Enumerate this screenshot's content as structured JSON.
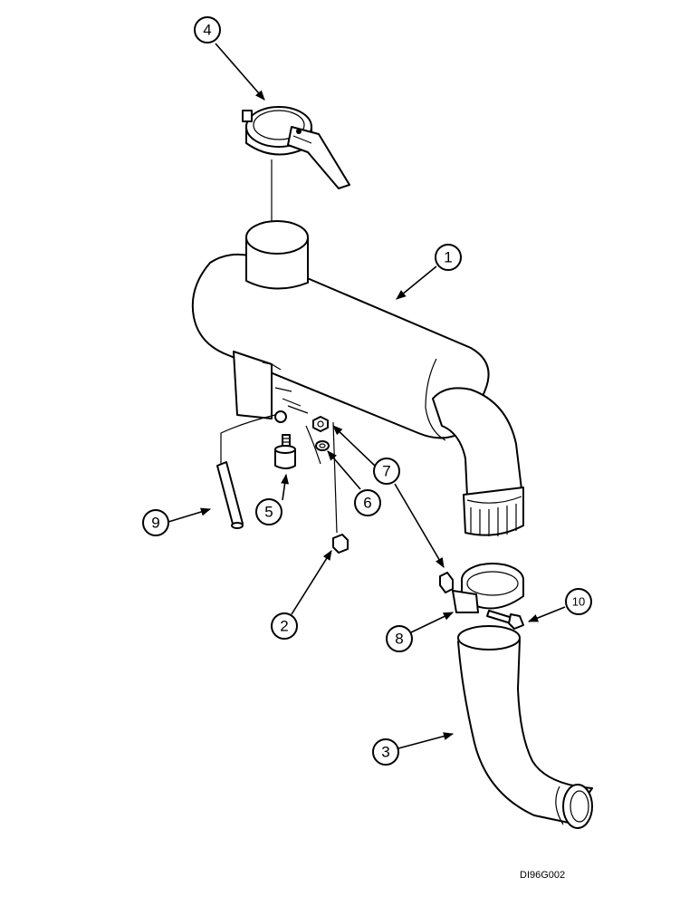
{
  "callouts": [
    {
      "id": "1",
      "label": "1"
    },
    {
      "id": "2",
      "label": "2"
    },
    {
      "id": "3",
      "label": "3"
    },
    {
      "id": "4",
      "label": "4"
    },
    {
      "id": "5",
      "label": "5"
    },
    {
      "id": "6",
      "label": "6"
    },
    {
      "id": "7",
      "label": "7"
    },
    {
      "id": "8",
      "label": "8"
    },
    {
      "id": "9",
      "label": "9"
    },
    {
      "id": "10",
      "label": "10"
    }
  ],
  "drawing_code": "DI96G002"
}
